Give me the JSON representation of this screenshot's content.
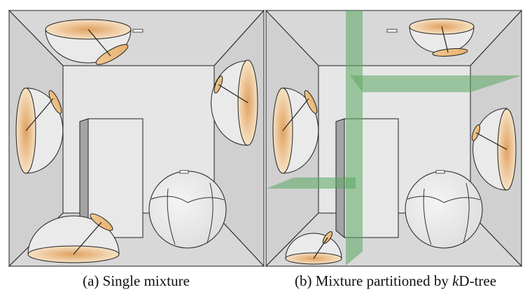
{
  "figure": {
    "panel_a": {
      "caption": "(a) Single mixture"
    },
    "panel_b": {
      "caption_prefix": "(b) Mixture partitioned by ",
      "caption_italic": "k",
      "caption_suffix": "D-tree"
    }
  },
  "colors": {
    "wall_light": "#e6e6e6",
    "wall_mid": "#d6d6d6",
    "wall_dark": "#c8c8c8",
    "lobe_fill": "#e8b880",
    "lobe_center": "#e0a060",
    "disc_fill": "#f0d0a0",
    "partition_green": "#5aa860",
    "box_front": "#e6e6e6",
    "box_side": "#a4a4a4",
    "outline": "#222222"
  }
}
